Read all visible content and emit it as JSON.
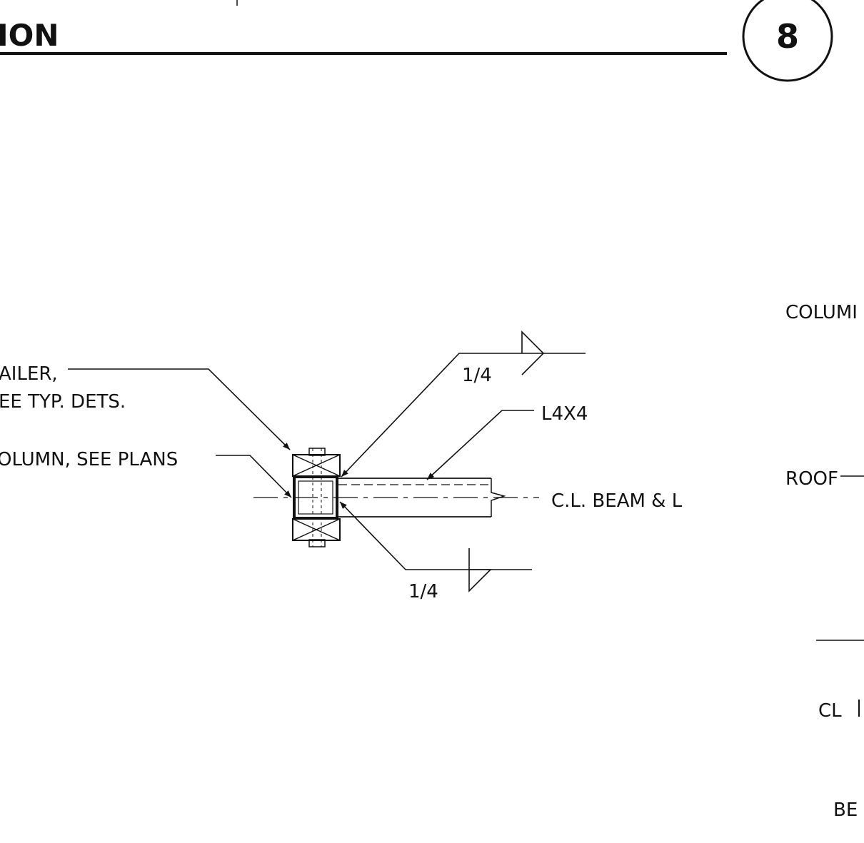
{
  "title": {
    "text": "ION"
  },
  "detail_number": "8",
  "labels": {
    "nailer_1": "AILER,",
    "nailer_2": "EE  TYP.  DETS.",
    "column": "OLUMN,  SEE  PLANS",
    "angle": "L4X4",
    "centerline": "C.L.  BEAM  &  L",
    "weld_top": "1/4",
    "weld_bottom": "1/4"
  },
  "right_labels": {
    "column": "COLUMI",
    "roof": "ROOF",
    "cl": "CL",
    "beam": "BE"
  },
  "colors": {
    "ink": "#111111",
    "paper": "#ffffff"
  }
}
